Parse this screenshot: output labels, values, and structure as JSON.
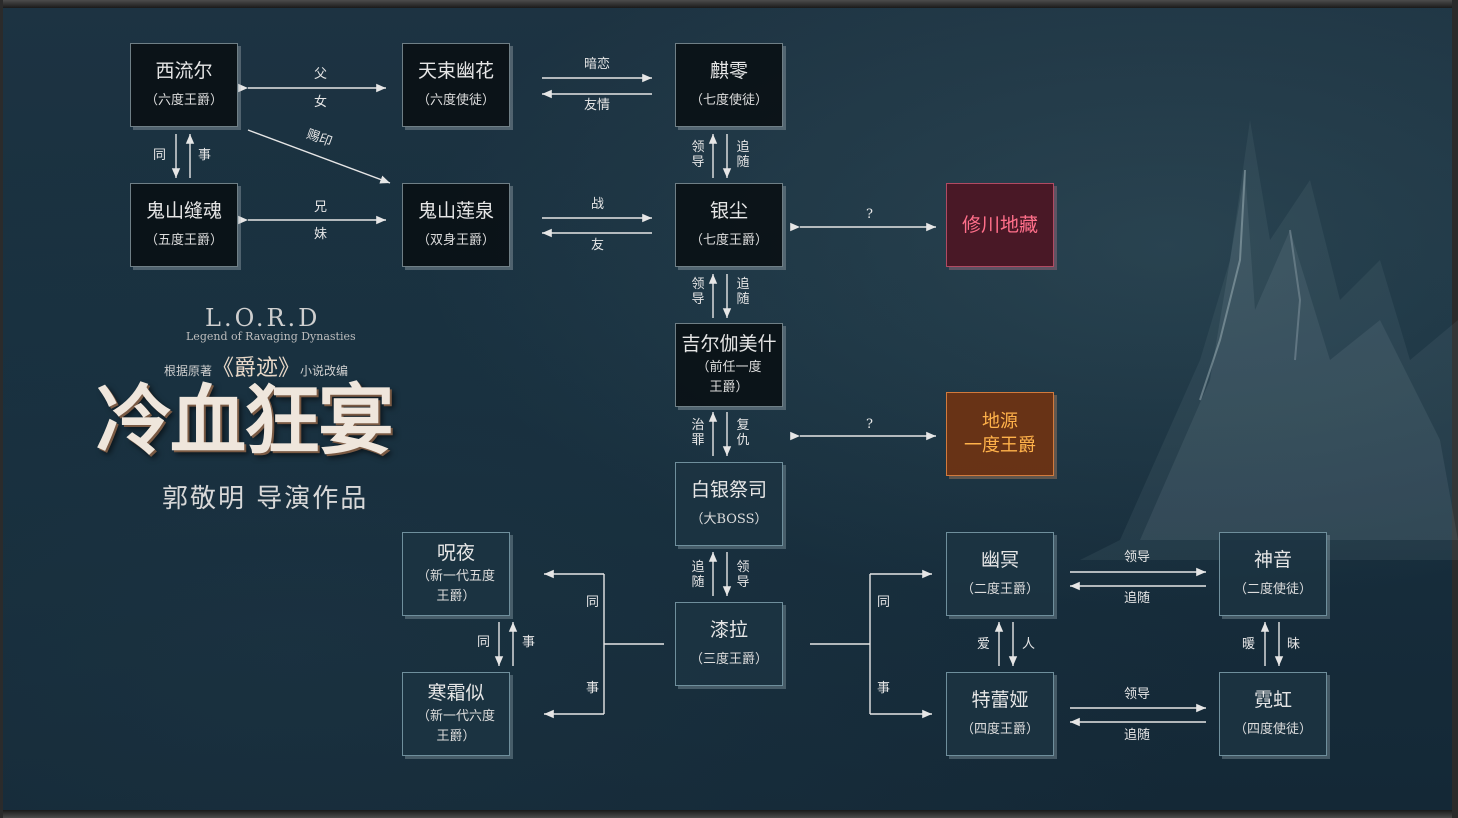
{
  "characters": {
    "xiliuer": {
      "name": "西流尔",
      "title": "（六度王爵）"
    },
    "tianshu": {
      "name": "天束幽花",
      "title": "（六度使徒）"
    },
    "qiling": {
      "name": "麒零",
      "title": "（七度使徒）"
    },
    "guishan_fenghun": {
      "name": "鬼山缝魂",
      "title": "（五度王爵）"
    },
    "guishan_lianquan": {
      "name": "鬼山莲泉",
      "title": "（双身王爵）"
    },
    "yinchen": {
      "name": "银尘",
      "title": "（七度王爵）"
    },
    "xiuchuan": {
      "name": "修川地藏"
    },
    "gerjia": {
      "name": "吉尔伽美什",
      "title_line1": "（前任一度",
      "title_line2": "王爵）"
    },
    "diyuan": {
      "name_line1": "地源",
      "name_line2": "一度王爵"
    },
    "baiyin": {
      "name": "白银祭司",
      "title": "（大BOSS）"
    },
    "zhouye": {
      "name": "呪夜",
      "title_line1": "（新一代五度",
      "title_line2": "王爵）"
    },
    "hanshuangsi": {
      "name": "寒霜似",
      "title_line1": "（新一代六度",
      "title_line2": "王爵）"
    },
    "qila": {
      "name": "漆拉",
      "title": "（三度王爵）"
    },
    "youming": {
      "name": "幽冥",
      "title": "（二度王爵）"
    },
    "shenyin": {
      "name": "神音",
      "title": "（二度使徒）"
    },
    "telei": {
      "name": "特蕾娅",
      "title": "（四度王爵）"
    },
    "nihong": {
      "name": "霓虹",
      "title": "（四度使徒）"
    }
  },
  "relations": {
    "father": "父",
    "daughter": "女",
    "anlian": "暗恋",
    "youqing": "友情",
    "ciyin": "赐印",
    "tong_left": "同",
    "shi_left": "事",
    "ling_dao_1": "领导",
    "zhui_sui_1": "追随",
    "xiong": "兄",
    "mei": "妹",
    "zhan": "战",
    "you": "友",
    "q1": "?",
    "ling_dao_2": "领导",
    "zhui_sui_2": "追随",
    "q2": "?",
    "zhi_zui": "治罪",
    "fu_chou": "复仇",
    "zhui_sui_3": "追随",
    "ling_dao_3": "领导",
    "tong_mid": "同",
    "shi_mid": "事",
    "tong_zhou": "同",
    "shi_zhou": "事",
    "tong_right": "同",
    "shi_right": "事",
    "ld_youming": "领导",
    "zs_youming": "追随",
    "ai": "爱",
    "ren": "人",
    "nuan": "暖",
    "mei2": "昧",
    "ld_telei": "领导",
    "zs_telei": "追随"
  },
  "logo": {
    "lord": "L.O.R.D",
    "subtitle": "Legend of Ravaging Dynasties",
    "based_prefix": "根据原著",
    "based_book": "《爵迹》",
    "based_suffix": "小说改编",
    "main_title": "冷血狂宴",
    "director": "郭敬明 导演作品"
  }
}
